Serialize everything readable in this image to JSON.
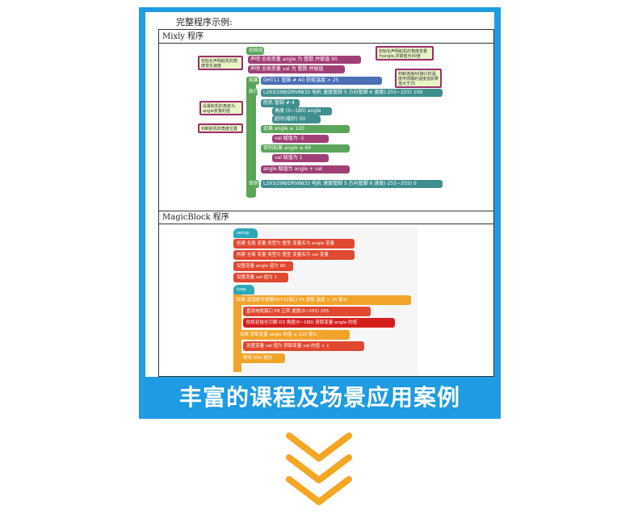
{
  "banner_text": "丰富的课程及场景应用案例",
  "colors": {
    "frame": "#1e9be2",
    "chevron": "#f5a623"
  },
  "doc": {
    "caption": "完整程序示例:",
    "mixly_header": "Mixly 程序",
    "magic_header": "MagicBlock 程序"
  },
  "mixly": {
    "init_label": "初始化",
    "decl1": "声明 全局变量 angle 为 整数 并赋值 90",
    "decl2": "声明 全局变量 val 为 整数 并赋值",
    "if_label": "如果",
    "cond": "DHT11 管脚 # A0 获取温度 > 25",
    "exec": "执行",
    "motor1": "L293/298/DRV8833 电机 速度管脚 5 方向管脚 6 速度(-255~255) 100",
    "servo": "舵机 管脚 # 4",
    "angle_line": "角度 (0~180) angle",
    "delay_line": "延时(毫秒) 50",
    "if2": "如果 angle ≥ 120",
    "set_minus": "val 赋值为 -1",
    "elif": "否则如果 angle ≤ 60",
    "set_one": "val 赋值为 1",
    "set_angle": "angle 赋值为 angle + val",
    "else_label": "否则",
    "motor2": "L293/298/DRV8833 电机 速度管脚 5 方向管脚 6 速度(-255~255) 0",
    "note1": "初始化声明舵机的角度变化速度",
    "note2": "初始化声明舵机的角度变量为angle,并赋值为90度",
    "note3": "判断连接A0接口的温度传感器的温度值如果值大于25",
    "note4": "设置舵机的角度为angle变量的值",
    "note5": "判断舵机的角度位置"
  },
  "magic": {
    "setup": "setup",
    "b1": "创建 全局 变量 类型为 整型 变量名为 angle 变量",
    "b2": "创建 全局 变量 类型为 整型 变量名为 val 变量",
    "b3": "设置变量 angle 值为 90",
    "b4": "设置变量 val 值为 1",
    "loop": "loop",
    "b5": "如果 温湿度传感器DHT11接口 P4 获取 温度 > 25 那么",
    "b6": "直流电机接口 P8 正转 速度(0~255) 255",
    "b7": "舵机初始化引脚 D3 角度(0~180) 获取变量 angle 的值",
    "b8": "如果 获取变量 angle 的值 ≥ 120 那么",
    "b9": "设置变量 val 值为 获取变量 val 的值 + 1",
    "b10": "等待 500 豪秒"
  }
}
